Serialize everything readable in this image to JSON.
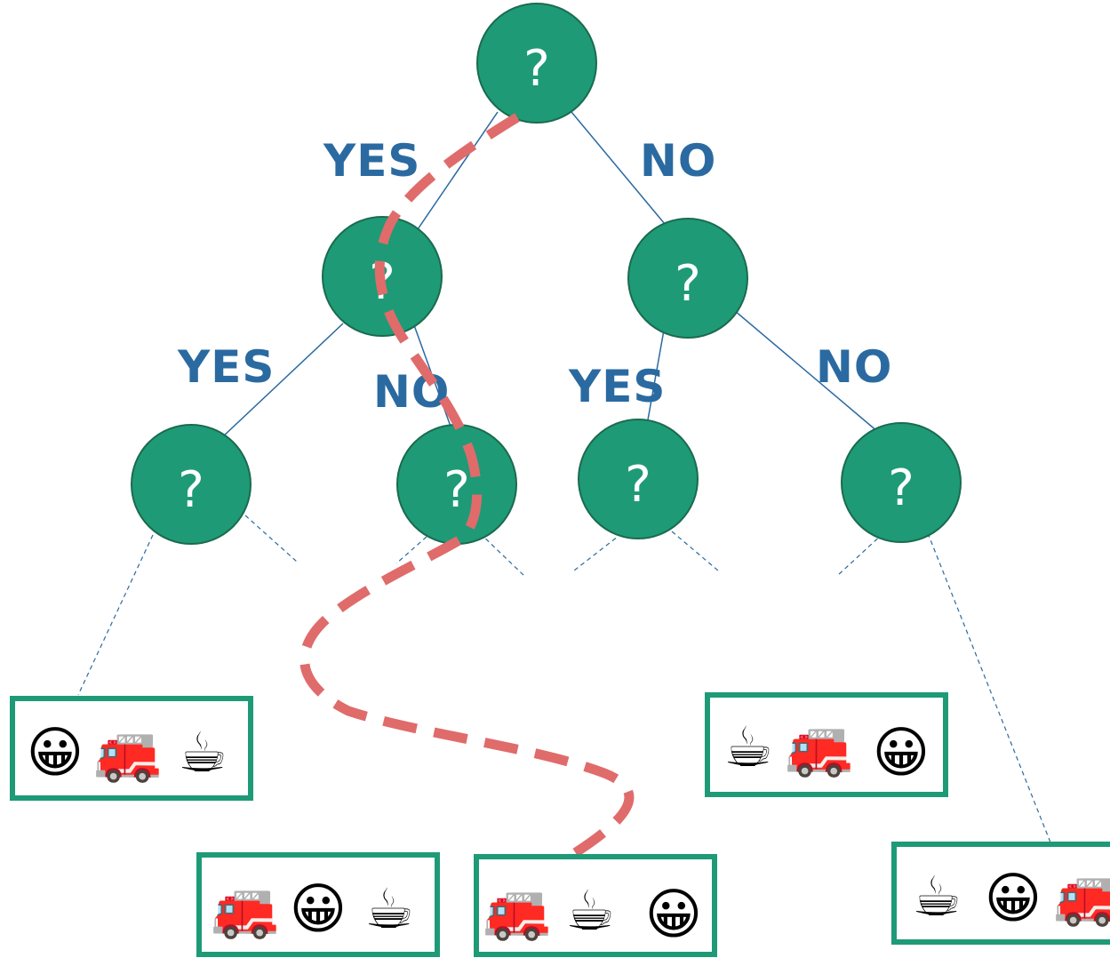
{
  "nodes": [
    {
      "id": "root",
      "label": "?"
    },
    {
      "id": "mid-left",
      "label": "?"
    },
    {
      "id": "mid-right",
      "label": "?"
    },
    {
      "id": "leaf-node-1",
      "label": "?"
    },
    {
      "id": "leaf-node-2",
      "label": "?"
    },
    {
      "id": "leaf-node-3",
      "label": "?"
    },
    {
      "id": "leaf-node-4",
      "label": "?"
    }
  ],
  "edge_labels": {
    "root_yes": "YES",
    "root_no": "NO",
    "midleft_yes": "YES",
    "midleft_no": "NO",
    "midright_yes": "YES",
    "midright_no": "NO"
  },
  "outcomes": [
    {
      "id": "outcome-1",
      "items": [
        "😀",
        "🚒",
        "☕"
      ]
    },
    {
      "id": "outcome-2",
      "items": [
        "🚒",
        "😀",
        "☕"
      ]
    },
    {
      "id": "outcome-3",
      "items": [
        "🚒",
        "☕",
        "😀"
      ]
    },
    {
      "id": "outcome-4",
      "items": [
        "☕",
        "🚒",
        "😀"
      ]
    },
    {
      "id": "outcome-5",
      "items": [
        "☕",
        "😀",
        "🚒"
      ]
    }
  ],
  "colors": {
    "node_fill": "#1e9a77",
    "node_stroke": "#1a6b4e",
    "edge": "#2a6aa1",
    "label": "#2a6aa1",
    "path": "#e06b6b",
    "box": "#1e9a77"
  },
  "icons": [
    "happy-face-icon",
    "fire-engine-icon",
    "coffee-cup-icon"
  ]
}
